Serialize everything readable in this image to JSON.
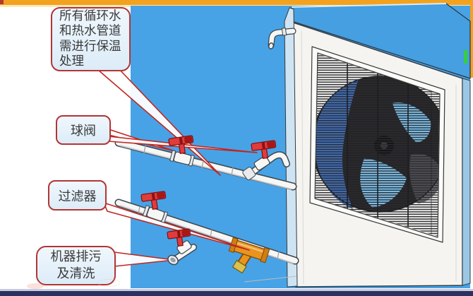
{
  "callouts": {
    "insulation": {
      "text": "所有循环水\n和热水管道\n需进行保温\n处理"
    },
    "ball_valve": {
      "text": "球阀"
    },
    "filter": {
      "text": "过滤器"
    },
    "drain": {
      "text": "机器排污\n及清洗"
    }
  },
  "scene": {
    "elements": [
      "heat-pump-outdoor-unit",
      "fan",
      "air-grille",
      "water-pipes",
      "ball-valves",
      "y-strainer",
      "drain-outlet"
    ]
  },
  "palette": {
    "top_bar": "#f2a21f",
    "top_bar_light": "#fce9b8",
    "corner_square": "#b23a2c",
    "bottom_bar": "#2b3160",
    "bottom_bar_edge": "#c9cbdf",
    "sky": "#47a3e6",
    "unit_top": "#459fe0",
    "unit_face": "#f5f4f1",
    "unit_side": "#9ac8e4",
    "unit_rim": "#cfe4f2",
    "grille_bg": "#ecece9",
    "grille_line": "#2c2c30",
    "fan_dark": "#242426",
    "fan_blue": "#3f6db5",
    "fan_light_blue": "#7cc0ea",
    "fan_gray": "#55555a",
    "valve_red": "#e23b3b",
    "valve_red_dark": "#7c0f0f",
    "pipe_outline": "#3f474f",
    "pipe_fill": "#f6f6f4",
    "strainer_orange": "#e8941f",
    "strainer_cap": "#dcbf4e",
    "leader_red": "#c0261f",
    "callout_border": "#b23535",
    "callout_fill_top": "#f0f7fd",
    "callout_fill_bottom": "#dcecf8",
    "text_color": "#3a3a3a",
    "green_mark": "#35d03c",
    "smudge": "#f5c9c0"
  }
}
